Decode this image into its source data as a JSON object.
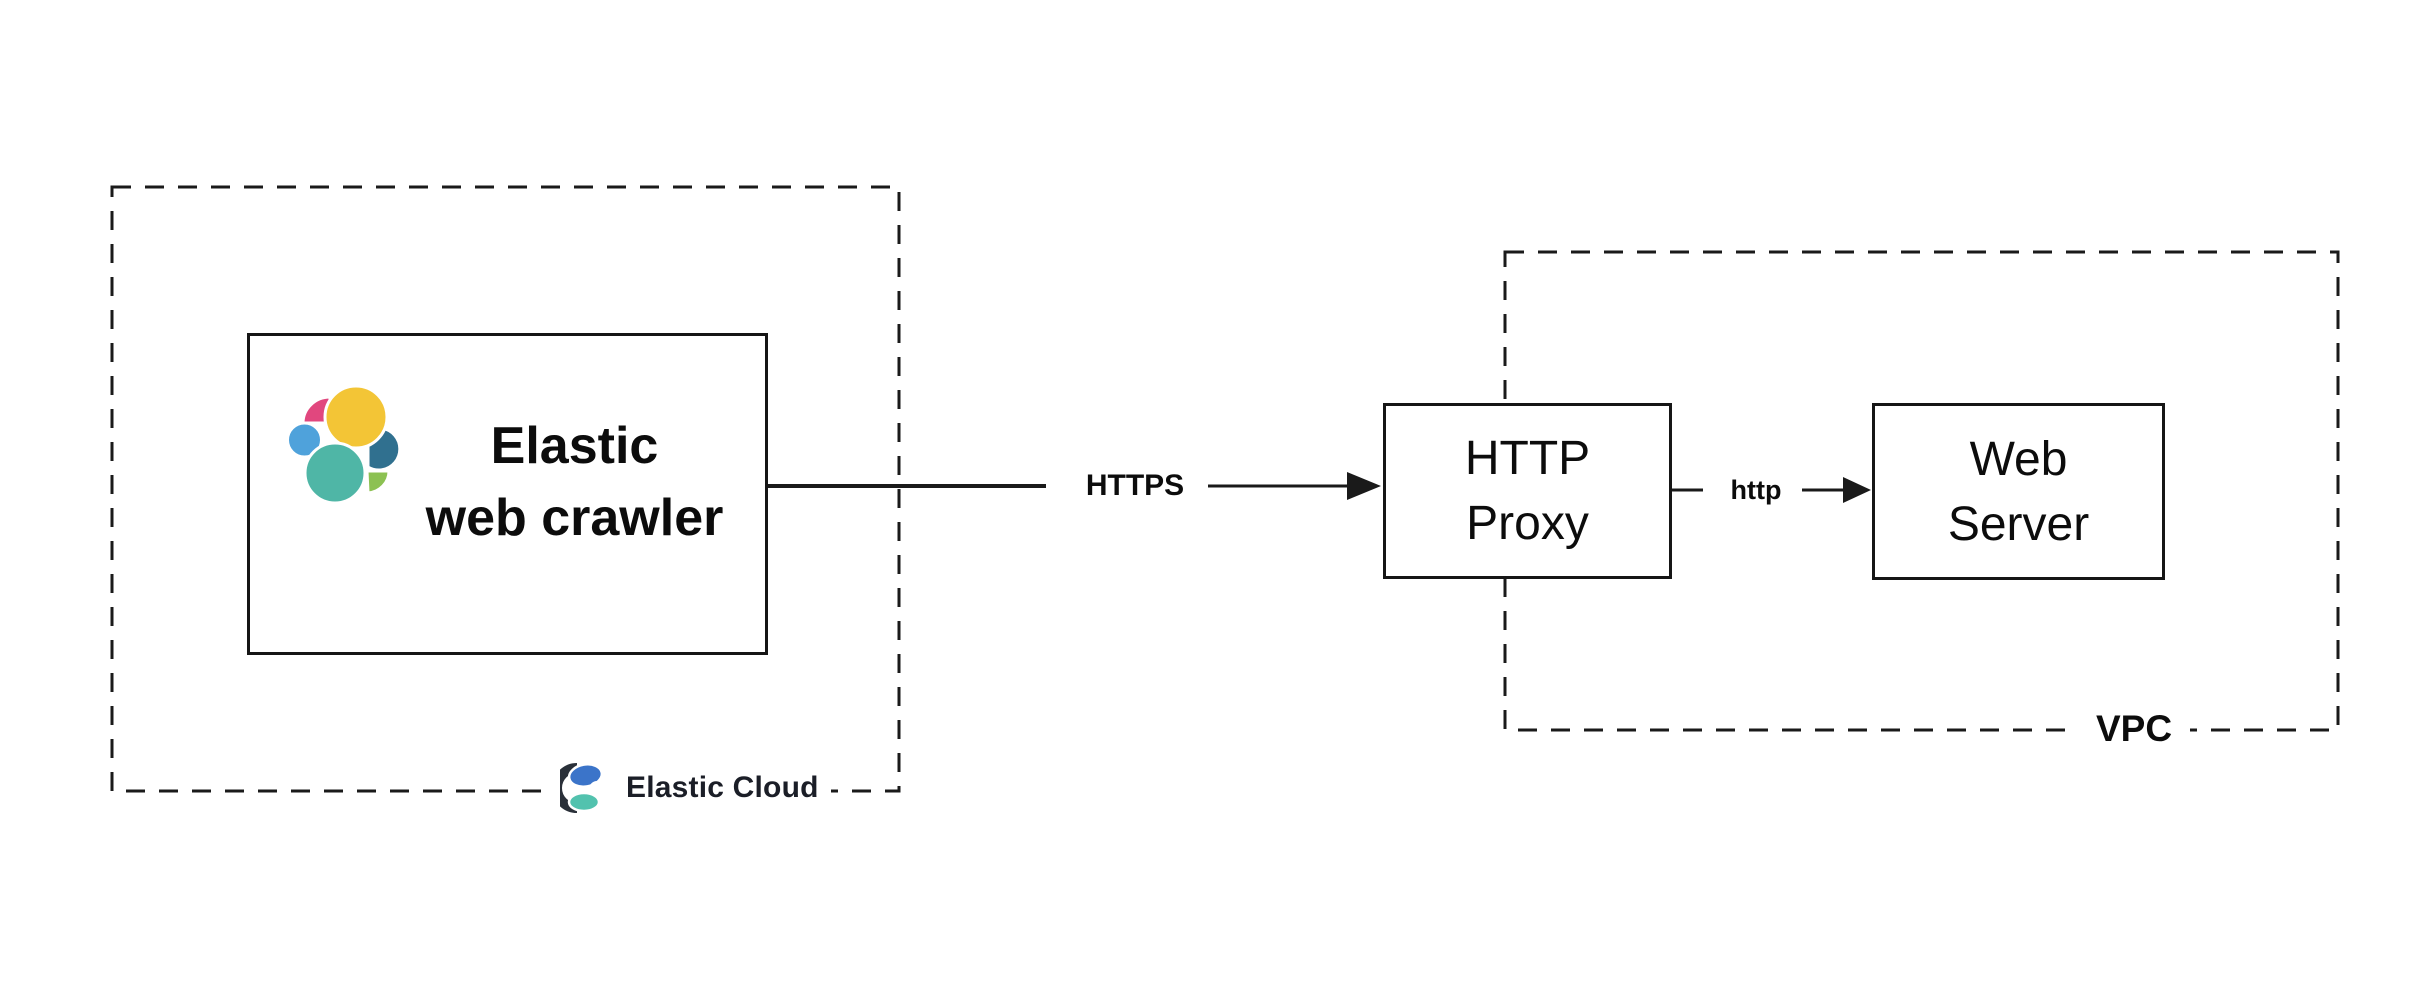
{
  "groups": {
    "elastic_cloud": {
      "label": "Elastic Cloud"
    },
    "vpc": {
      "label": "VPC"
    }
  },
  "nodes": {
    "crawler": {
      "line1": "Elastic",
      "line2": "web crawler"
    },
    "http_proxy": {
      "line1": "HTTP",
      "line2": "Proxy"
    },
    "web_server": {
      "line1": "Web",
      "line2": "Server"
    }
  },
  "connections": {
    "crawler_to_proxy": {
      "label": "HTTPS"
    },
    "proxy_to_server": {
      "label": "http"
    }
  },
  "icons": {
    "elastic_logo": "elastic-stack-logo",
    "elastic_cloud_logo": "elastic-cloud-logo"
  },
  "colors": {
    "elastic_yellow": "#F3C536",
    "elastic_pink": "#E1477E",
    "elastic_light_blue": "#4FA2DB",
    "elastic_teal": "#4FB6A6",
    "elastic_dark_blue": "#30708F",
    "elastic_green": "#8CC152",
    "cloud_blue": "#3B74C9",
    "cloud_dark": "#2A3039",
    "cloud_teal": "#52C2AE",
    "stroke": "#1A1A1A"
  }
}
